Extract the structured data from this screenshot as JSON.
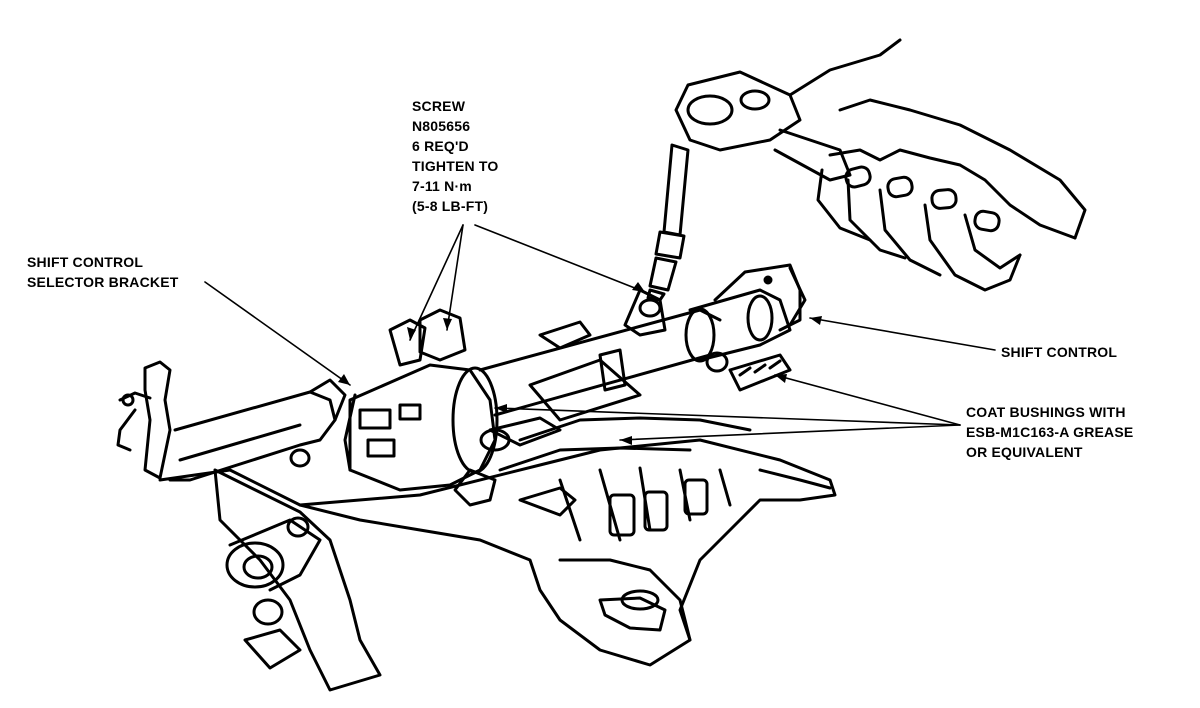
{
  "callouts": {
    "screw": {
      "line1": "SCREW",
      "line2": "N805656",
      "line3": "6 REQ'D",
      "line4": "TIGHTEN TO",
      "line5": "7-11 N·m",
      "line6": "(5-8 LB-FT)"
    },
    "bracket": {
      "line1": "SHIFT CONTROL",
      "line2": "SELECTOR BRACKET"
    },
    "shift_control": {
      "line1": "SHIFT CONTROL"
    },
    "bushings": {
      "line1": "COAT BUSHINGS WITH",
      "line2": "ESB-M1C163-A GREASE",
      "line3": "OR EQUIVALENT"
    }
  },
  "colors": {
    "ink": "#000000",
    "paper": "#ffffff"
  }
}
